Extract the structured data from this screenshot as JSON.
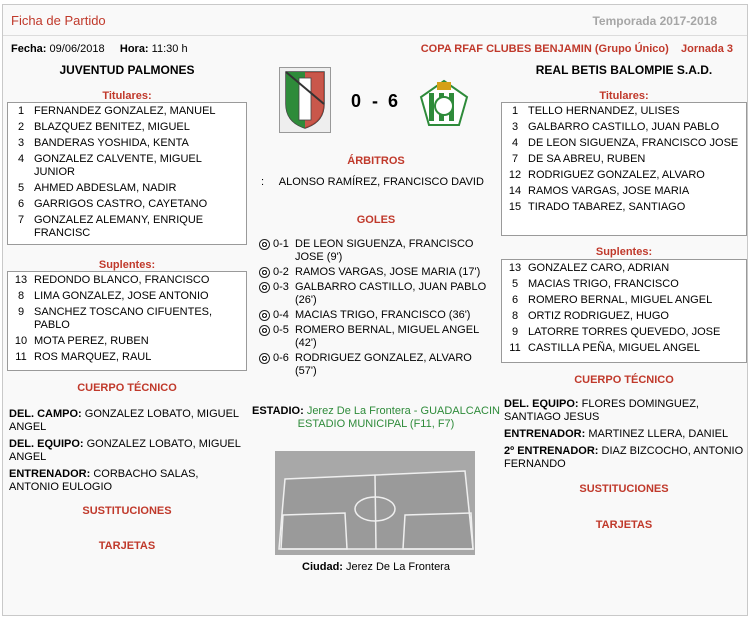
{
  "header": {
    "title": "Ficha de Partido",
    "season": "Temporada 2017-2018",
    "date_label": "Fecha:",
    "date": "09/06/2018",
    "time_label": "Hora:",
    "time": "11:30 h",
    "competition": "COPA RFAF CLUBES BENJAMIN (Grupo Único)",
    "round": "Jornada 3"
  },
  "home": {
    "name": "JUVENTUD PALMONES",
    "starters_label": "Titulares:",
    "starters": [
      {
        "num": "1",
        "name": "FERNANDEZ GONZALEZ, MANUEL"
      },
      {
        "num": "2",
        "name": "BLAZQUEZ BENITEZ, MIGUEL"
      },
      {
        "num": "3",
        "name": "BANDERAS YOSHIDA, KENTA"
      },
      {
        "num": "4",
        "name": "GONZALEZ CALVENTE, MIGUEL JUNIOR"
      },
      {
        "num": "5",
        "name": "AHMED ABDESLAM, NADIR"
      },
      {
        "num": "6",
        "name": "GARRIGOS CASTRO, CAYETANO"
      },
      {
        "num": "7",
        "name": "GONZALEZ ALEMANY, ENRIQUE FRANCISC"
      }
    ],
    "subs_label": "Suplentes:",
    "subs": [
      {
        "num": "13",
        "name": "REDONDO BLANCO, FRANCISCO"
      },
      {
        "num": "8",
        "name": "LIMA GONZALEZ, JOSE ANTONIO"
      },
      {
        "num": "9",
        "name": "SANCHEZ TOSCANO CIFUENTES, PABLO"
      },
      {
        "num": "10",
        "name": "MOTA PEREZ, RUBEN"
      },
      {
        "num": "11",
        "name": "ROS MARQUEZ, RAUL"
      }
    ],
    "staff_label": "CUERPO TÉCNICO",
    "staff": [
      {
        "role": "DEL. CAMPO:",
        "name": "GONZALEZ LOBATO, MIGUEL ANGEL"
      },
      {
        "role": "DEL. EQUIPO:",
        "name": "GONZALEZ LOBATO, MIGUEL ANGEL"
      },
      {
        "role": "ENTRENADOR:",
        "name": "CORBACHO SALAS, ANTONIO EULOGIO"
      }
    ],
    "substitutions_label": "SUSTITUCIONES",
    "cards_label": "TARJETAS"
  },
  "away": {
    "name": "REAL BETIS BALOMPIE S.A.D.",
    "starters_label": "Titulares:",
    "starters": [
      {
        "num": "1",
        "name": "TELLO HERNANDEZ, ULISES"
      },
      {
        "num": "3",
        "name": "GALBARRO CASTILLO, JUAN PABLO"
      },
      {
        "num": "4",
        "name": "DE LEON SIGUENZA, FRANCISCO JOSE"
      },
      {
        "num": "7",
        "name": "DE SA ABREU, RUBEN"
      },
      {
        "num": "12",
        "name": "RODRIGUEZ GONZALEZ, ALVARO"
      },
      {
        "num": "14",
        "name": "RAMOS VARGAS, JOSE MARIA"
      },
      {
        "num": "15",
        "name": "TIRADO TABAREZ, SANTIAGO"
      }
    ],
    "subs_label": "Suplentes:",
    "subs": [
      {
        "num": "13",
        "name": "GONZALEZ CARO, ADRIAN"
      },
      {
        "num": "5",
        "name": "MACIAS TRIGO, FRANCISCO"
      },
      {
        "num": "6",
        "name": "ROMERO BERNAL, MIGUEL ANGEL"
      },
      {
        "num": "8",
        "name": "ORTIZ RODRIGUEZ, HUGO"
      },
      {
        "num": "9",
        "name": "LATORRE TORRES QUEVEDO, JOSE"
      },
      {
        "num": "11",
        "name": "CASTILLA PEÑA, MIGUEL ANGEL"
      }
    ],
    "staff_label": "CUERPO TÉCNICO",
    "staff": [
      {
        "role": "DEL. EQUIPO:",
        "name": "FLORES DOMINGUEZ, SANTIAGO JESUS"
      },
      {
        "role": "ENTRENADOR:",
        "name": "MARTINEZ LLERA, DANIEL"
      },
      {
        "role": "2º ENTRENADOR:",
        "name": "DIAZ BIZCOCHO, ANTONIO FERNANDO"
      }
    ],
    "substitutions_label": "SUSTITUCIONES",
    "cards_label": "TARJETAS"
  },
  "match": {
    "score_home": "0",
    "score_sep": "-",
    "score_away": "6",
    "referees_label": "ÁRBITROS",
    "referee_sep": ":",
    "referee": "ALONSO RAMÍREZ, FRANCISCO DAVID",
    "goals_label": "GOLES",
    "goals": [
      {
        "score": "0-1",
        "player": "DE LEON SIGUENZA, FRANCISCO JOSE (9')"
      },
      {
        "score": "0-2",
        "player": "RAMOS VARGAS, JOSE MARIA (17')"
      },
      {
        "score": "0-3",
        "player": "GALBARRO CASTILLO, JUAN PABLO (26')"
      },
      {
        "score": "0-4",
        "player": "MACIAS TRIGO, FRANCISCO (36')"
      },
      {
        "score": "0-5",
        "player": "ROMERO BERNAL, MIGUEL ANGEL (42')"
      },
      {
        "score": "0-6",
        "player": "RODRIGUEZ GONZALEZ, ALVARO (57')"
      }
    ],
    "stadium_label": "ESTADIO:",
    "stadium": "Jerez De La Frontera - GUADALCACIN ESTADIO MUNICIPAL (F11, F7)",
    "city_label": "Ciudad:",
    "city": "Jerez De La Frontera"
  },
  "colors": {
    "accent_red": "#c0392b",
    "stadium_green": "#2e8b3a",
    "season_grey": "#a6a6a6"
  }
}
